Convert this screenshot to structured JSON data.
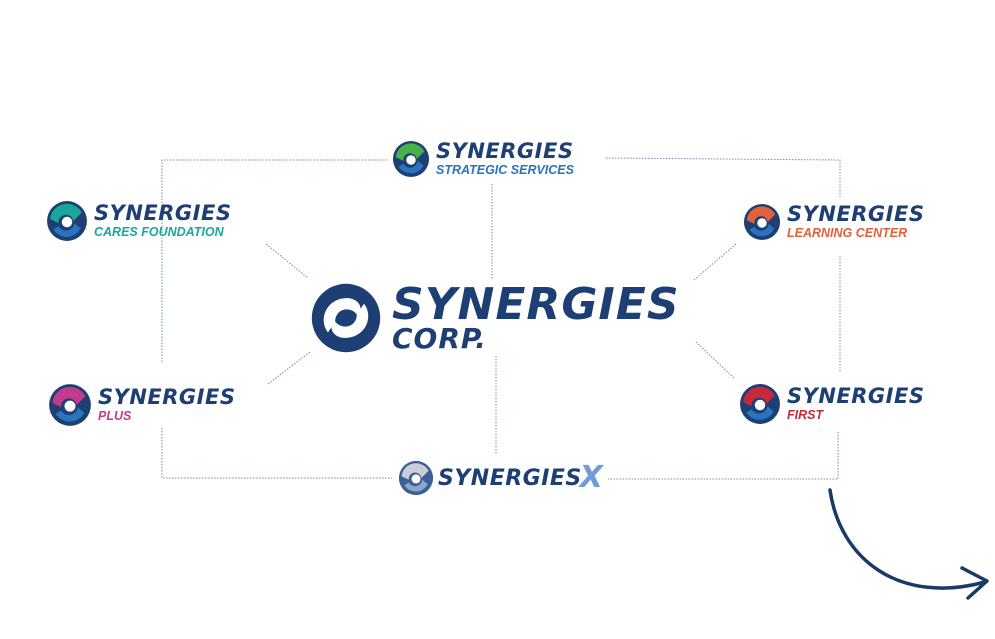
{
  "colors": {
    "navy": "#1e3f73",
    "connector": "#6f8bb0",
    "teal": "#1aa79a",
    "blue": "#2a73bf",
    "orange": "#e0613a",
    "magenta": "#c23b8c",
    "crimson": "#c8283c",
    "green": "#4ab04a",
    "arrow": "#173a66"
  },
  "nodes": {
    "corp": {
      "name": "SYNERGIES",
      "sub": "CORP."
    },
    "strategic": {
      "name": "SYNERGIES",
      "sub": "STRATEGIC SERVICES",
      "color": "#2a73bf",
      "icon": "synergies-green-swirl-icon"
    },
    "cares": {
      "name": "SYNERGIES",
      "sub": "CARES FOUNDATION",
      "color": "#1aa79a",
      "icon": "synergies-teal-swirl-icon"
    },
    "learning": {
      "name": "SYNERGIES",
      "sub": "LEARNING CENTER",
      "color": "#e0613a",
      "icon": "synergies-orange-swirl-icon"
    },
    "plus": {
      "name": "SYNERGIES",
      "sub": "PLUS",
      "color": "#c23b8c",
      "icon": "synergies-magenta-swirl-icon"
    },
    "first": {
      "name": "SYNERGIES",
      "sub": "FIRST",
      "color": "#c8283c",
      "icon": "synergies-red-swirl-icon"
    },
    "x": {
      "name": "SYNERGIES",
      "suffix": "X",
      "icon": "synergies-grey-swirl-icon"
    }
  }
}
